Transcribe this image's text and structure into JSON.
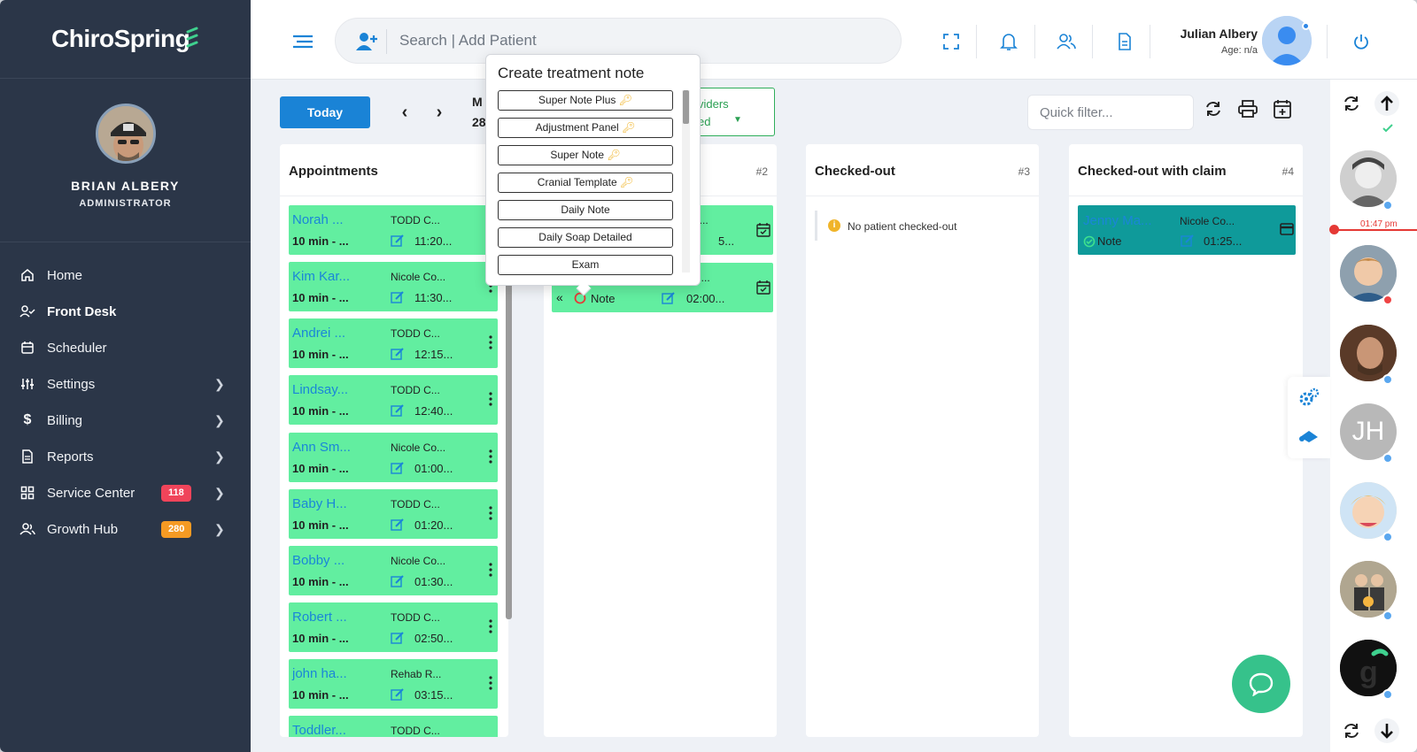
{
  "app": {
    "logo": "ChiroSpring"
  },
  "sidebar": {
    "user_name": "BRIAN ALBERY",
    "user_role": "ADMINISTRATOR",
    "items": [
      {
        "label": "Home"
      },
      {
        "label": "Front Desk"
      },
      {
        "label": "Scheduler"
      },
      {
        "label": "Settings"
      },
      {
        "label": "Billing"
      },
      {
        "label": "Reports"
      },
      {
        "label": "Service Center",
        "badge": "118"
      },
      {
        "label": "Growth Hub",
        "badge": "280"
      }
    ]
  },
  "header": {
    "search_placeholder": "Search | Add Patient",
    "user_name": "Julian Albery",
    "user_age": "Age: n/a"
  },
  "toolbar": {
    "today_label": "Today",
    "date_line1": "M",
    "date_line2": "28",
    "providers_line1": "viders",
    "providers_line2": "ed",
    "quick_filter_placeholder": "Quick filter..."
  },
  "columns": {
    "appointments": {
      "title": "Appointments",
      "cards": [
        {
          "name": "Norah ...",
          "provider": "TODD C...",
          "duration": "10 min - ...",
          "time": "11:20..."
        },
        {
          "name": "Kim Kar...",
          "provider": "Nicole Co...",
          "duration": "10 min - ...",
          "time": "11:30..."
        },
        {
          "name": "Andrei ...",
          "provider": "TODD C...",
          "duration": "10 min - ...",
          "time": "12:15..."
        },
        {
          "name": "Lindsay...",
          "provider": "TODD C...",
          "duration": "10 min - ...",
          "time": "12:40..."
        },
        {
          "name": "Ann Sm...",
          "provider": "Nicole Co...",
          "duration": "10 min - ...",
          "time": "01:00..."
        },
        {
          "name": "Baby H...",
          "provider": "TODD C...",
          "duration": "10 min - ...",
          "time": "01:20..."
        },
        {
          "name": "Bobby ...",
          "provider": "Nicole Co...",
          "duration": "10 min - ...",
          "time": "01:30..."
        },
        {
          "name": "Robert ...",
          "provider": "TODD C...",
          "duration": "10 min - ...",
          "time": "02:50..."
        },
        {
          "name": "john ha...",
          "provider": "Rehab R...",
          "duration": "10 min - ...",
          "time": "03:15..."
        },
        {
          "name": "Toddler...",
          "provider": "TODD C...",
          "duration": "",
          "time": ""
        }
      ]
    },
    "checked_in": {
      "num": "#2",
      "cards": [
        {
          "provider": "o...",
          "time": "5..."
        },
        {
          "provider": "R...",
          "note": "Note",
          "time": "02:00..."
        }
      ]
    },
    "checked_out": {
      "title": "Checked-out",
      "num": "#3",
      "empty_text": "No patient checked-out"
    },
    "claim": {
      "title": "Checked-out with claim",
      "num": "#4",
      "card": {
        "name": "Jenny Ma...",
        "provider": "Nicole Co...",
        "note": "Note",
        "time": "01:25..."
      }
    }
  },
  "popup": {
    "title": "Create treatment note",
    "items": [
      {
        "label": "Super Note Plus",
        "pinned": true
      },
      {
        "label": "Adjustment Panel",
        "pinned": true
      },
      {
        "label": "Super Note",
        "pinned": true
      },
      {
        "label": "Cranial Template",
        "pinned": true
      },
      {
        "label": "Daily Note",
        "pinned": false
      },
      {
        "label": "Daily Soap Detailed",
        "pinned": false
      },
      {
        "label": "Exam",
        "pinned": false
      }
    ]
  },
  "rail": {
    "current_time": "01:47 pm",
    "initials_avatar": "JH"
  },
  "colors": {
    "sidebar_bg": "#2b3648",
    "card_green": "#62eea0",
    "claim_teal": "#0f9a9a",
    "accent_blue": "#1a83d6",
    "badge_red": "#f0445a",
    "badge_orange": "#f59a23"
  }
}
